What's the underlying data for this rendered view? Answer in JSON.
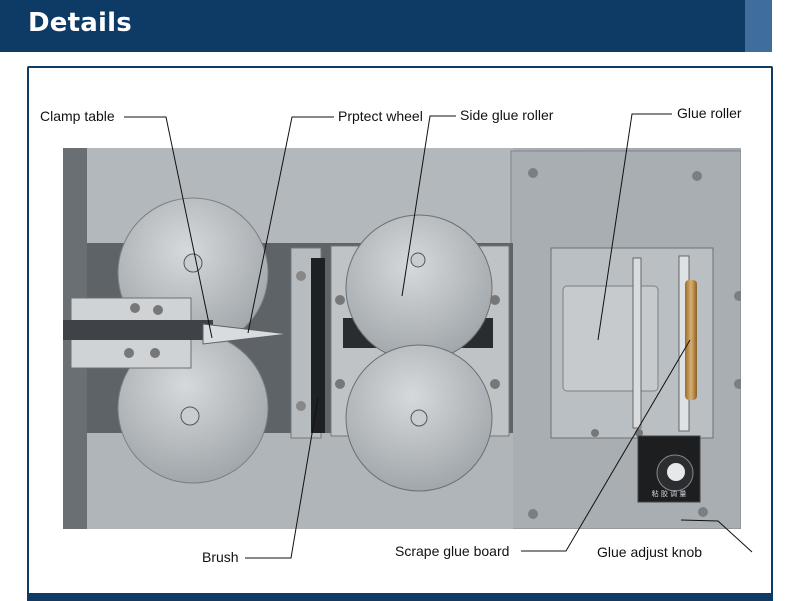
{
  "header": {
    "title": "Details"
  },
  "labels": {
    "clamp_table": "Clamp table",
    "protect_wheel": "Prptect wheel",
    "side_glue_roller": "Side glue roller",
    "glue_roller": "Glue roller",
    "brush": "Brush",
    "scrape_glue_board": "Scrape glue board",
    "glue_adjust_knob": "Glue adjust knob"
  },
  "knob_panel": {
    "caption": "粘 胶 调 量"
  }
}
